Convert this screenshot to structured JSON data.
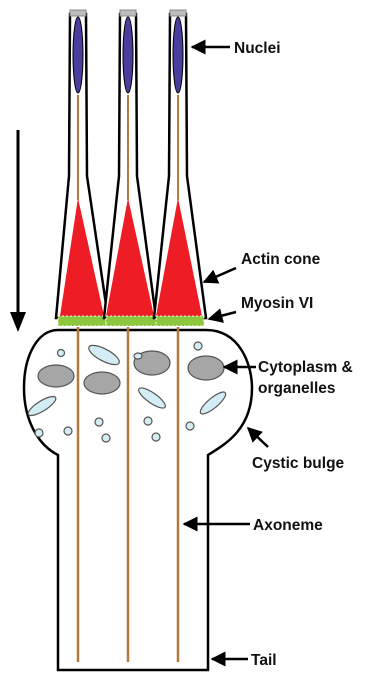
{
  "labels": {
    "nuclei": "Nuclei",
    "actin_cone": "Actin cone",
    "myosin_vi": "Myosin VI",
    "cytoplasm_line1": "Cytoplasm &",
    "cytoplasm_line2": "organelles",
    "cystic_bulge": "Cystic bulge",
    "axoneme": "Axoneme",
    "tail": "Tail"
  },
  "colors": {
    "nucleus": "#4b3f9e",
    "actin": "#ee1c24",
    "myosin": "#8dc63f",
    "axoneme": "#b27a3c",
    "organelle_gray": "#a6a6a6",
    "organelle_blue": "#d3edf4",
    "outline": "#000000"
  },
  "icons": {
    "direction_arrow": "down-arrow-icon",
    "pointer": "left-arrow-icon"
  }
}
